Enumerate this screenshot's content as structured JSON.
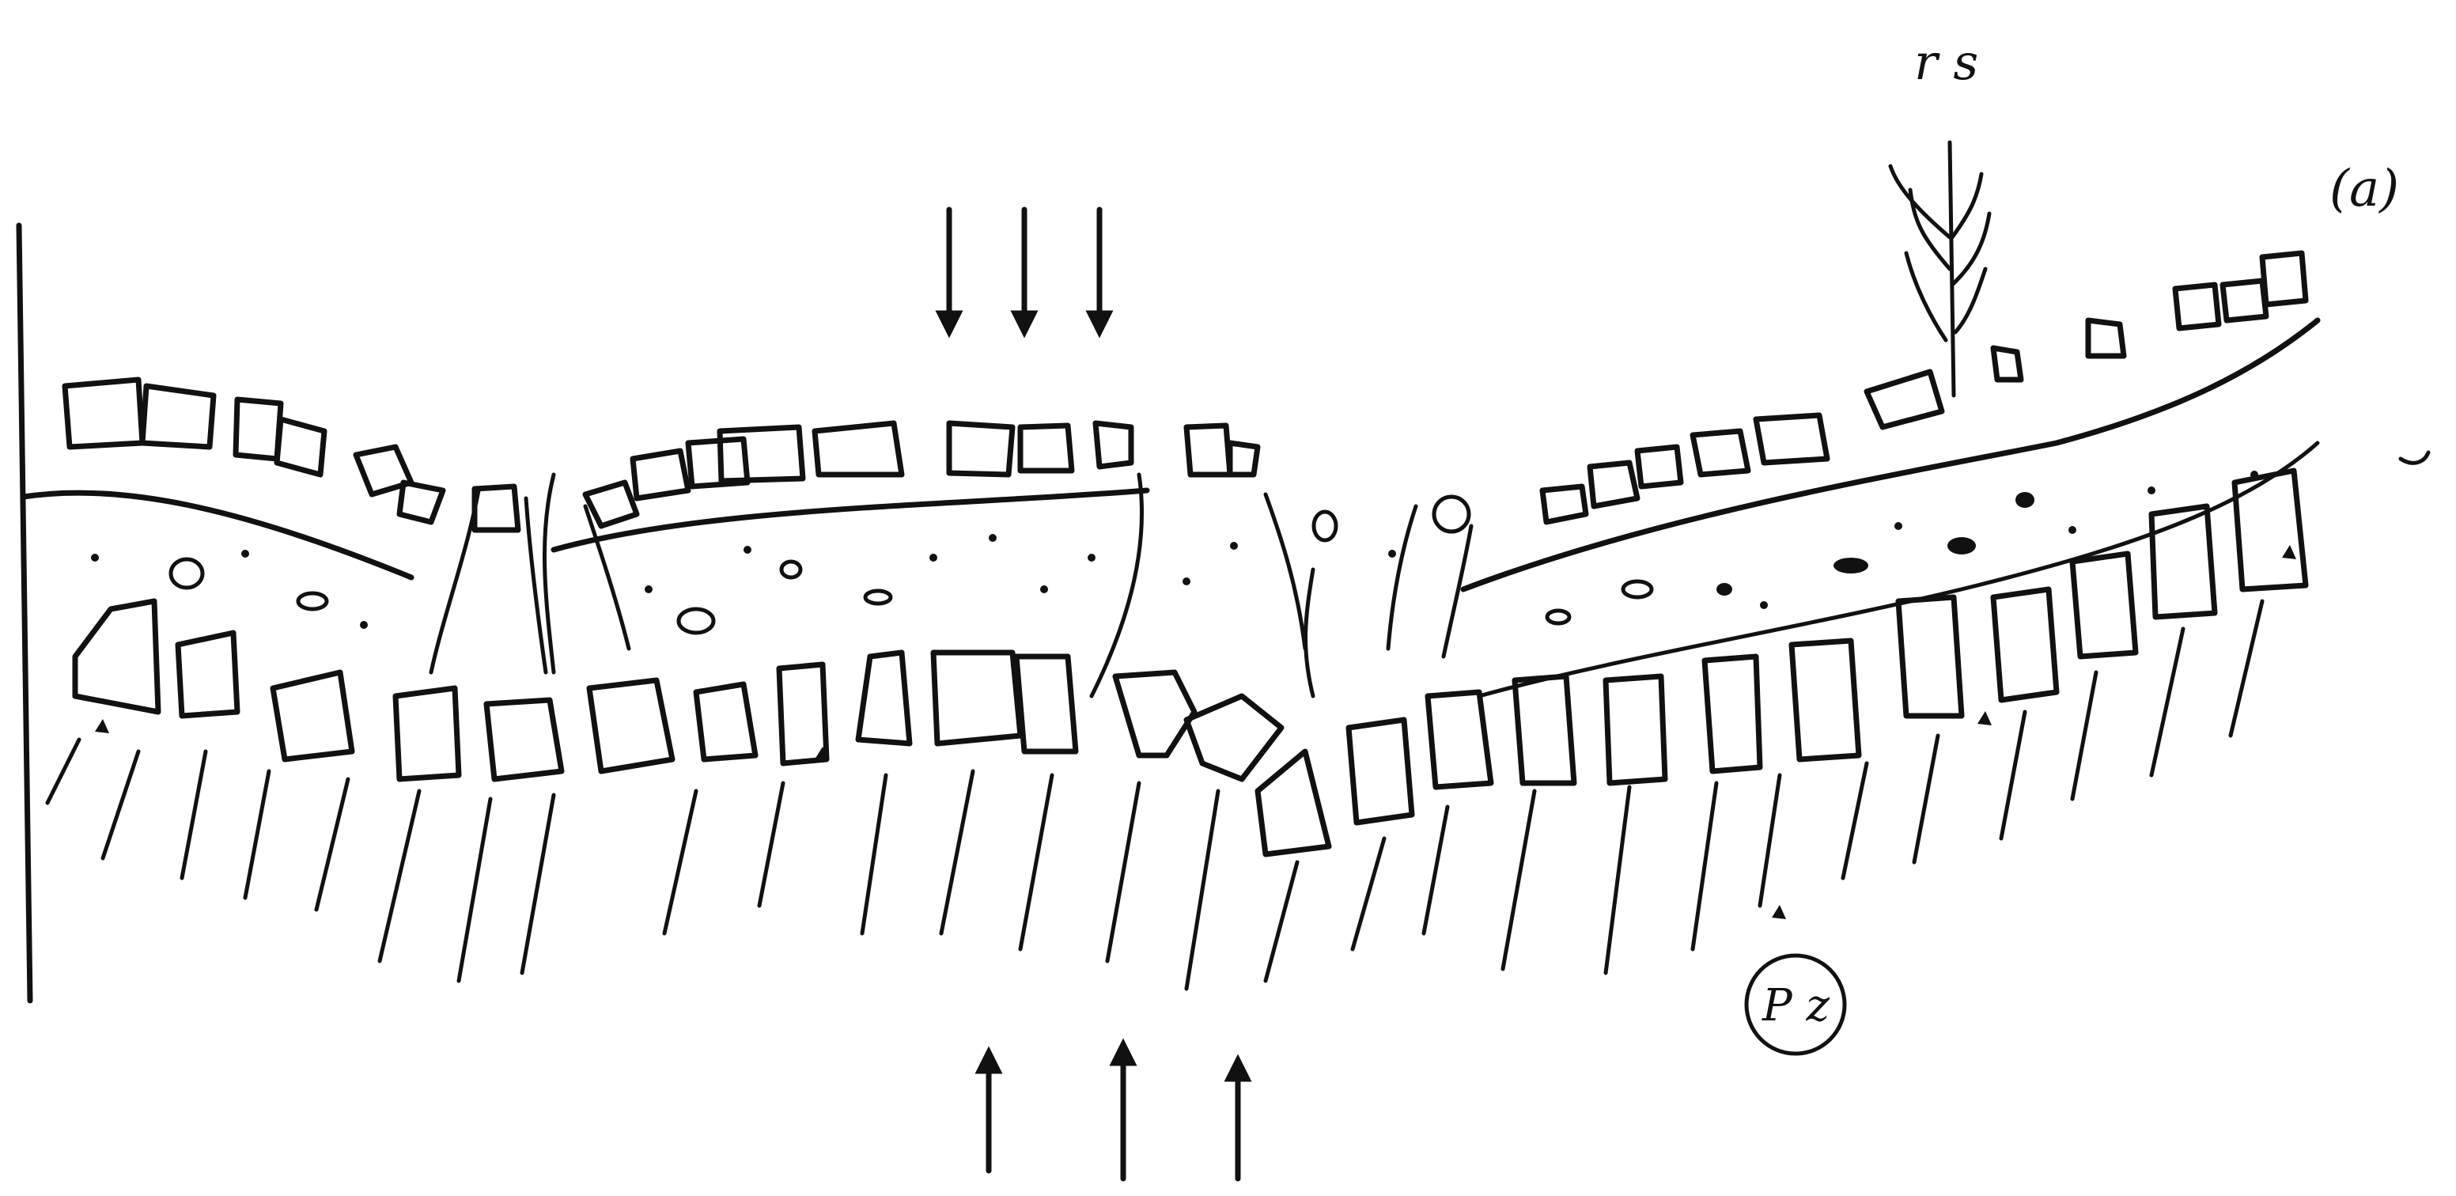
{
  "labels": {
    "top_right": "r s",
    "right_edge": "(a)",
    "circled": "P z"
  },
  "colors": {
    "ink": "#111111",
    "paper": "#ffffff"
  },
  "icons": {
    "down_arrows": "arrow-down-icon",
    "up_arrows": "arrow-up-icon"
  }
}
